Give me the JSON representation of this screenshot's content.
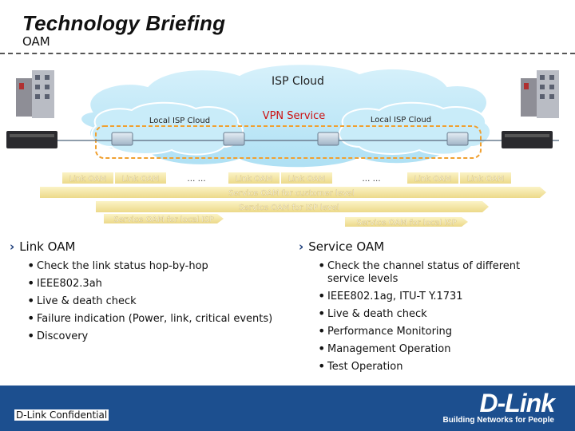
{
  "slide": {
    "title": "Technology Briefing",
    "subtitle": "OAM"
  },
  "diagram": {
    "isp_cloud": "ISP Cloud",
    "local_isp_left": "Local ISP Cloud",
    "local_isp_right": "Local ISP Cloud",
    "vpn_service": "VPN Service",
    "link_oam_labels": [
      "Link OAM",
      "Link OAM",
      "Link OAM",
      "Link OAM",
      "Link OAM",
      "Link OAM"
    ],
    "ellipsis": "… …",
    "service_oam_customer": "Service OAM for customer level",
    "service_oam_isp": "Service OAM for ISP level",
    "service_oam_local_left": "Service OAM for local ISP",
    "service_oam_local_right": "Service OAM for local ISP"
  },
  "left_column": {
    "heading": "Link OAM",
    "items": [
      "Check the link status hop-by-hop",
      "IEEE802.3ah",
      "Live & death check",
      "Failure indication (Power, link, critical events)",
      "Discovery"
    ]
  },
  "right_column": {
    "heading": "Service OAM",
    "items": [
      "Check the channel status of different service levels",
      "IEEE802.1ag, ITU-T Y.1731",
      "Live & death check",
      "Performance Monitoring",
      "Management Operation",
      "Test Operation"
    ]
  },
  "footer": {
    "confidential": "D-Link Confidential",
    "logo": "D-Link",
    "tagline": "Building Networks for People"
  },
  "colors": {
    "bar_fill": "#f4e8a8",
    "bar_text": "#ffffff",
    "vpn_text": "#cc1111",
    "footer_bg": "#1c4f8f"
  }
}
